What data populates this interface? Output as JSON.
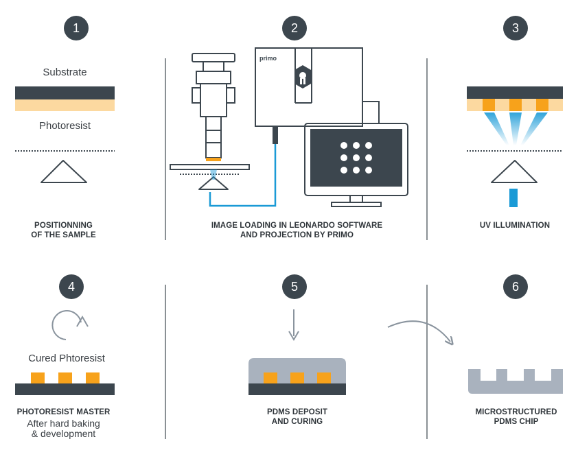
{
  "steps": [
    {
      "number": "1",
      "caption_line1": "POSITIONNING",
      "caption_line2": "OF THE SAMPLE"
    },
    {
      "number": "2",
      "caption_line1": "IMAGE LOADING IN LEONARDO SOFTWARE",
      "caption_line2": "AND PROJECTION BY PRIMO"
    },
    {
      "number": "3",
      "caption_line1": "UV ILLUMINATION"
    },
    {
      "number": "4",
      "caption_line1": "PHOTORESIST MASTER",
      "sub_line1": "After hard baking",
      "sub_line2": "& development"
    },
    {
      "number": "5",
      "caption_line1": "PDMS DEPOSIT",
      "caption_line2": "AND CURING"
    },
    {
      "number": "6",
      "caption_line1": "MICROSTRUCTURED",
      "caption_line2": "PDMS CHIP"
    }
  ],
  "labels": {
    "substrate": "Substrate",
    "photoresist": "Photoresist",
    "cured_photoresist": "Cured Phtoresist",
    "primo_brand": "primo"
  },
  "colors": {
    "dark": "#3c464e",
    "photoresist": "#fcd9a0",
    "cured": "#f7a21b",
    "pdms": "#a9b2be",
    "uv_blue": "#1a9ad6"
  }
}
